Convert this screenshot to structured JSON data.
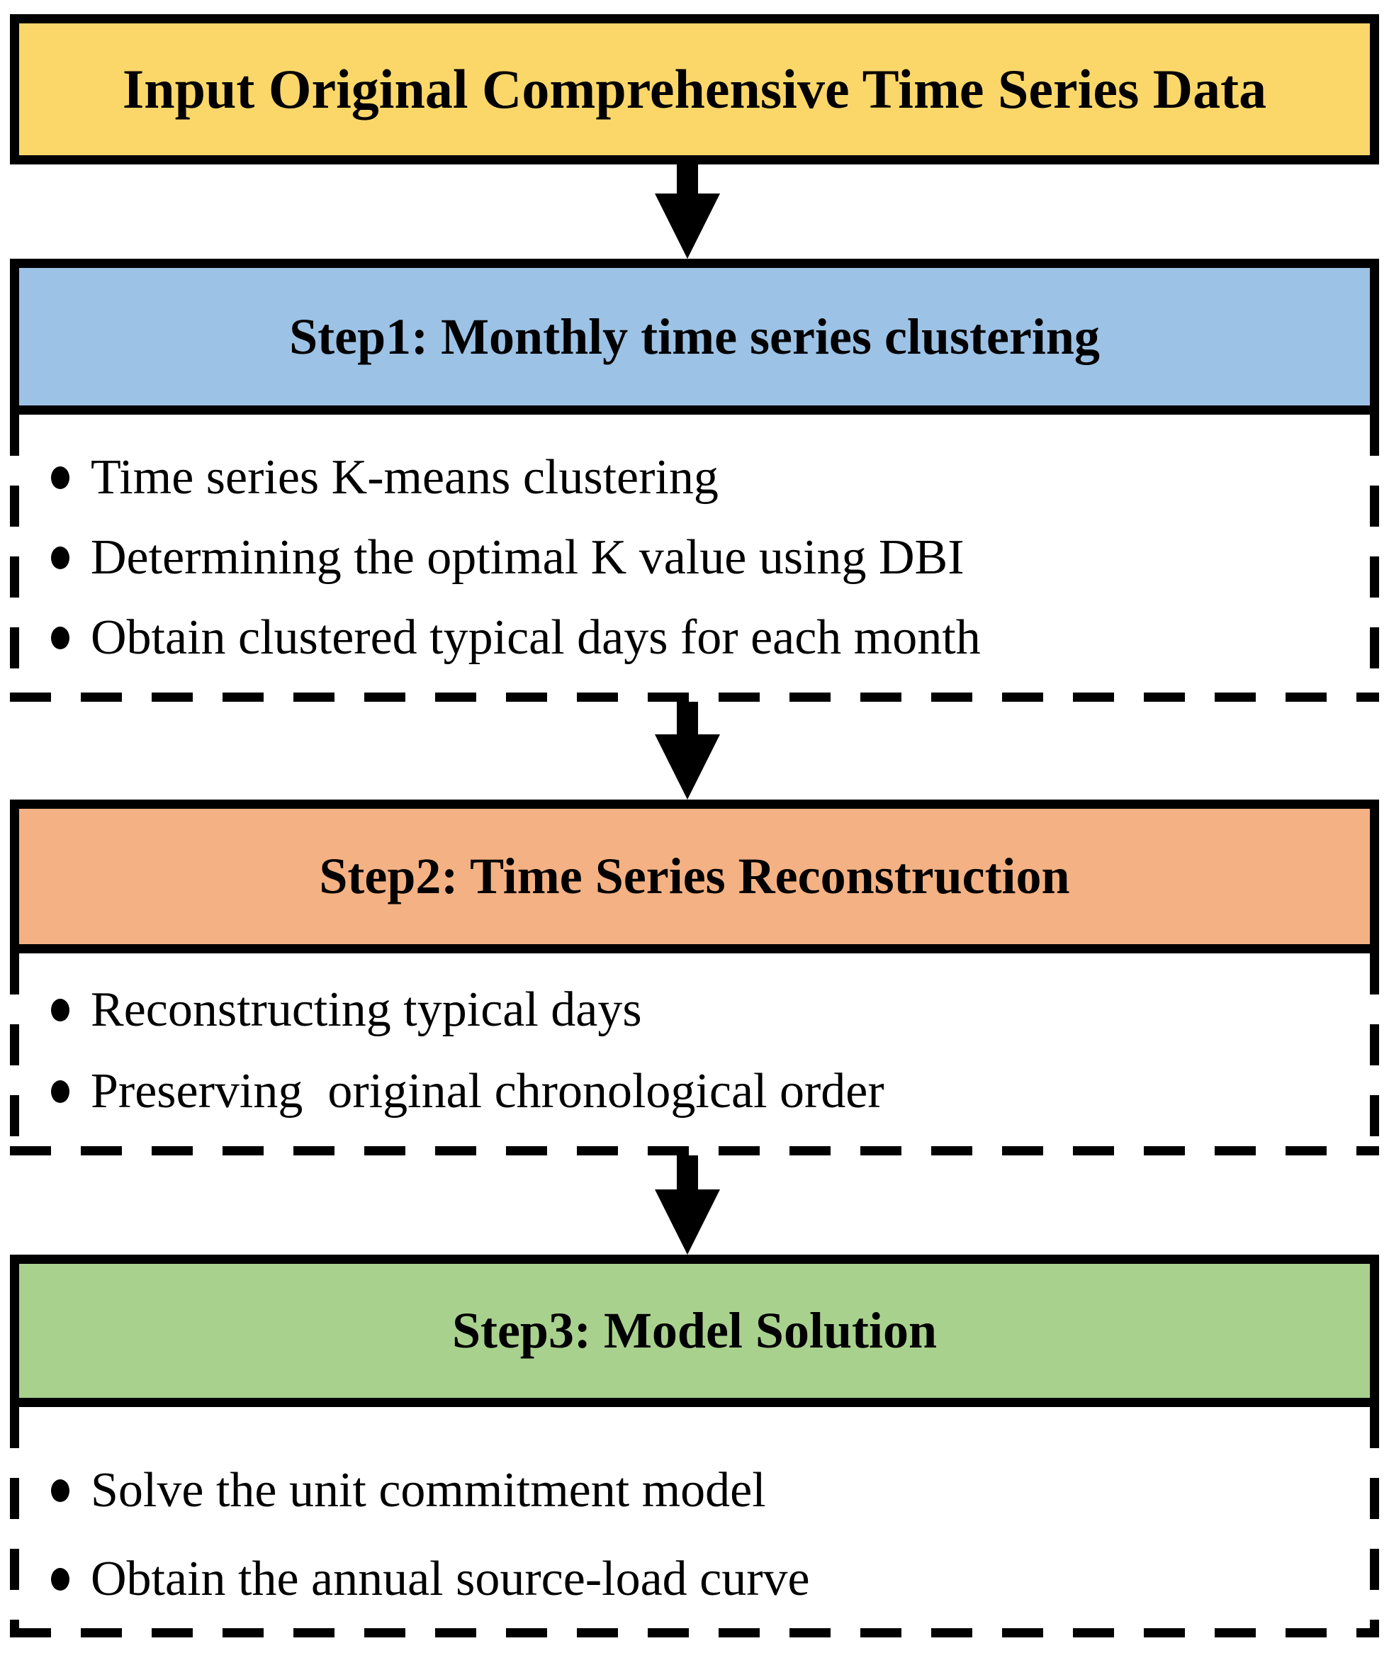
{
  "title_box": {
    "label": "Input Original Comprehensive Time Series Data",
    "bg": "#FBD76A"
  },
  "steps": [
    {
      "header": "Step1:  Monthly time series clustering",
      "bg": "#9CC2E5",
      "bullets": [
        "Time series K-means clustering",
        "Determining the optimal K value using DBI",
        "Obtain clustered typical days for each month"
      ]
    },
    {
      "header": "Step2:  Time Series Reconstruction",
      "bg": "#F4B183",
      "bullets": [
        "Reconstructing typical days",
        "Preserving  original chronological order"
      ]
    },
    {
      "header": "Step3:  Model Solution",
      "bg": "#A9D18E",
      "bullets": [
        "Solve the unit commitment model",
        "Obtain the annual source-load curve"
      ]
    }
  ],
  "colors": {
    "border": "#000000",
    "arrow": "#000000",
    "background": "#FFFFFF"
  }
}
